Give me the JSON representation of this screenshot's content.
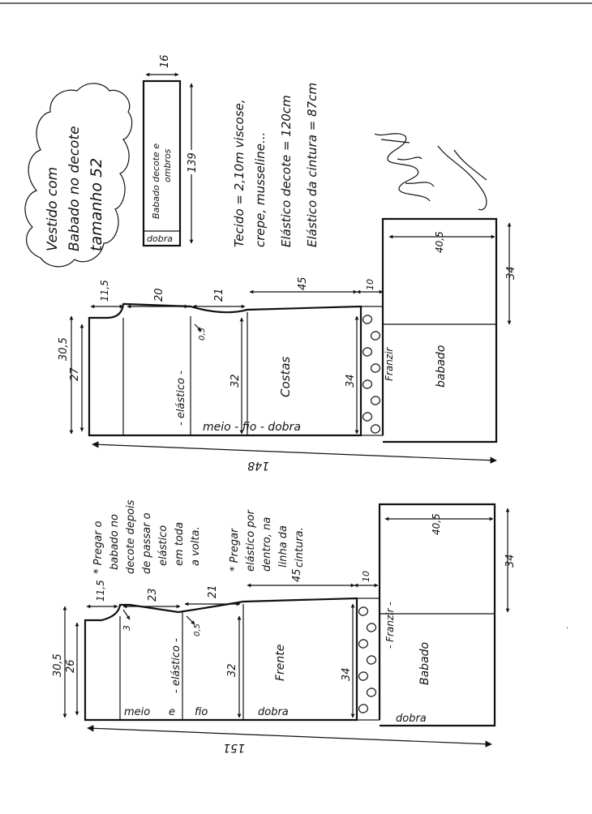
{
  "title_cloud": {
    "line1": "Vestido com",
    "line2": "Babado no decote",
    "line3": "tamanho 52"
  },
  "strip": {
    "width_label": "16",
    "length_label": "139",
    "name_line1": "Babado decote e",
    "name_line2": "ombros",
    "fold_label": "dobra"
  },
  "notes": {
    "tecido_line1": "Tecido = 2,10m viscose,",
    "tecido_line2": "crepe, musseline...",
    "elastico_decote": "Elástico decote = 120cm",
    "elastico_cintura": "Elástico da cintura = 87cm"
  },
  "instructions": {
    "line1": "* Pregar o",
    "line2": "babado no",
    "line3": "decote depois",
    "line4": "de passar o",
    "line5": "elástico",
    "line6": "em toda",
    "line7": "a volta.",
    "line8": "* Pregar",
    "line9": "elástico por",
    "line10": "dentro, na",
    "line11": "linha da",
    "line12": "cintura."
  },
  "back": {
    "label": "Costas",
    "elastico": "- elástico -",
    "meio_fio_dobra": "meio - fio - dobra",
    "franzir": "Franzir",
    "babado": "babado",
    "total_length": "148",
    "dim_305": "30,5",
    "dim_27": "27",
    "dim_115": "11,5",
    "dim_20": "20",
    "dim_21": "21",
    "dim_45": "45",
    "dim_10": "10",
    "dim_05": "0,5",
    "dim_32": "32",
    "dim_34": "34",
    "dim_405": "40,5",
    "dim_34b": "34"
  },
  "front": {
    "label": "Frente",
    "elastico": "- elástico -",
    "meio": "meio",
    "e": "e",
    "fio": "fio",
    "dobra": "dobra",
    "franzir": "- Franzir -",
    "babado": "Babado",
    "dobra2": "dobra",
    "total_length": "151",
    "dim_305": "30,5",
    "dim_26": "26",
    "dim_115": "11,5",
    "dim_23": "23",
    "dim_3": "3",
    "dim_21": "21",
    "dim_45": "45",
    "dim_10": "10",
    "dim_05": "0,5",
    "dim_32": "32",
    "dim_34": "34",
    "dim_405": "40,5",
    "dim_34b": "34"
  }
}
